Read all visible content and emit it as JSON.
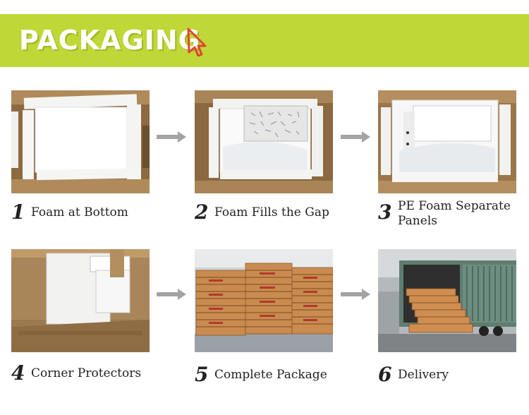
{
  "banner": {
    "title": "PACKAGING",
    "background": "#bfd837",
    "icon": "cursor-arrow-icon",
    "icon_color": "#e2462c"
  },
  "steps": [
    {
      "number": "1",
      "caption": "Foam at Bottom"
    },
    {
      "number": "2",
      "caption": "Foam Fills the Gap"
    },
    {
      "number": "3",
      "caption_line1": "PE Foam Separate",
      "caption_line2": "Panels"
    },
    {
      "number": "4",
      "caption": "Corner Protectors"
    },
    {
      "number": "5",
      "caption": "Complete Package"
    },
    {
      "number": "6",
      "caption": "Delivery"
    }
  ],
  "arrow_icon": "right-arrow-icon",
  "arrow_color": "#a3a3a3"
}
